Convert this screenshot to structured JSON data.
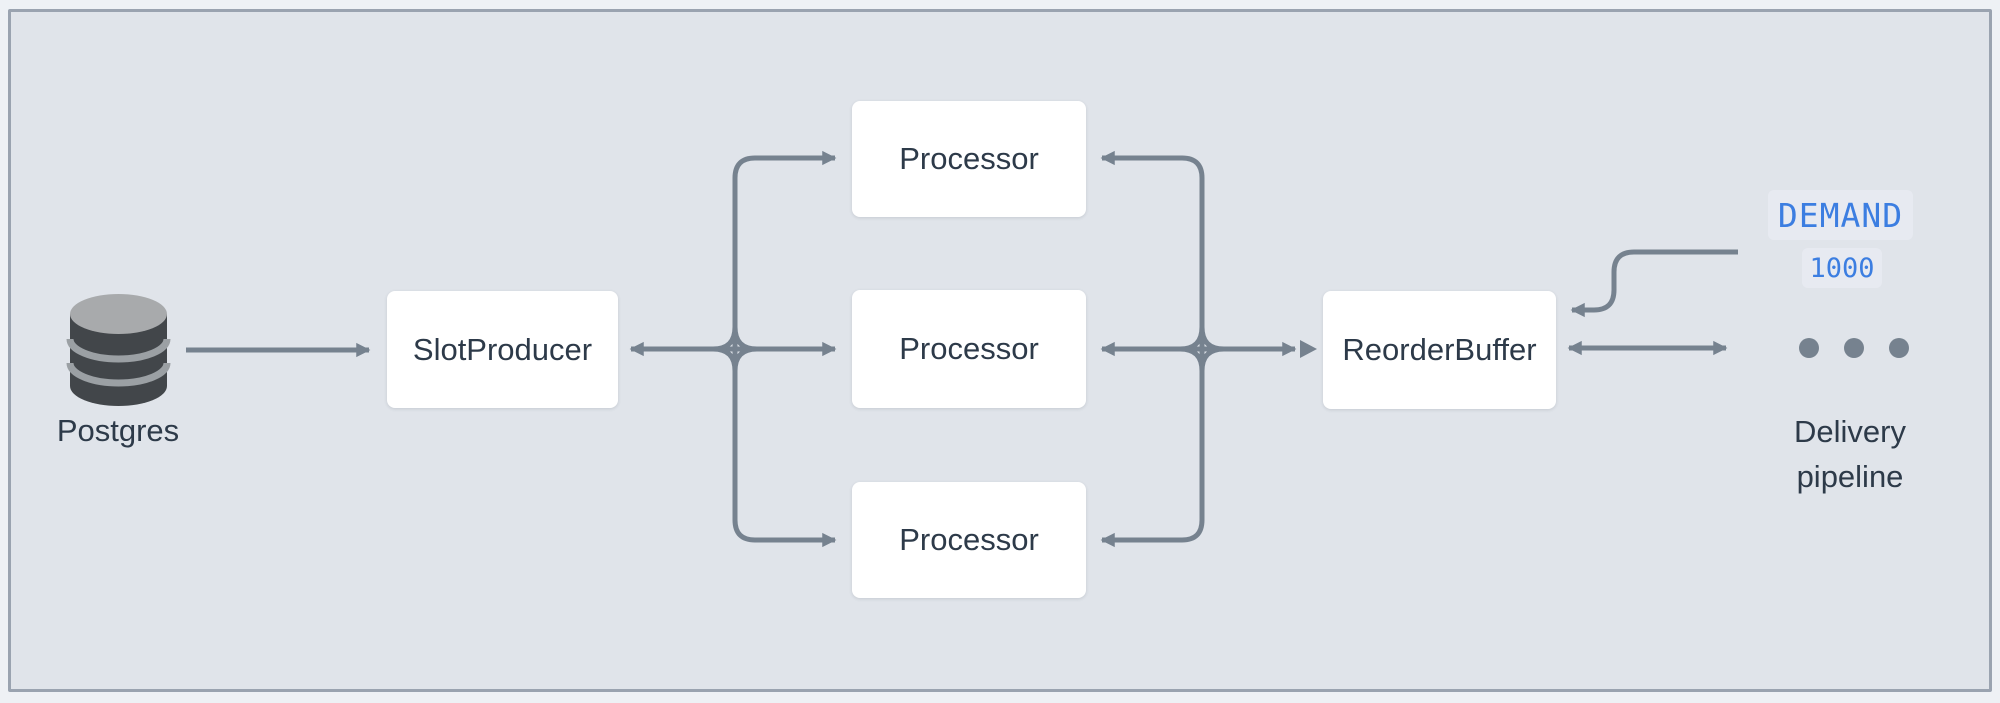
{
  "nodes": {
    "postgres": {
      "label": "Postgres"
    },
    "slotProducer": {
      "label": "SlotProducer"
    },
    "processorTop": {
      "label": "Processor"
    },
    "processorMiddle": {
      "label": "Processor"
    },
    "processorBottom": {
      "label": "Processor"
    },
    "reorderBuffer": {
      "label": "ReorderBuffer"
    }
  },
  "annotations": {
    "demand": {
      "label": "DEMAND",
      "value": "1000"
    },
    "delivery": {
      "line1": "Delivery",
      "line2": "pipeline"
    }
  },
  "icons": {
    "database": "postgres-database-icon",
    "ellipsis": "ellipsis-icon"
  },
  "colors": {
    "panel_bg": "#E0E4EA",
    "outer_bg": "#EEF1F5",
    "panel_border": "#9AA3B0",
    "arrow": "#76828F",
    "node_bg": "#FFFFFF",
    "node_text": "#2D3A49",
    "accent_blue": "#3C7EE1",
    "badge_bg": "#E7EAF1",
    "db_top": "#A8AAAC",
    "db_body": "#42464A",
    "db_stripe": "#9BA0A4"
  }
}
